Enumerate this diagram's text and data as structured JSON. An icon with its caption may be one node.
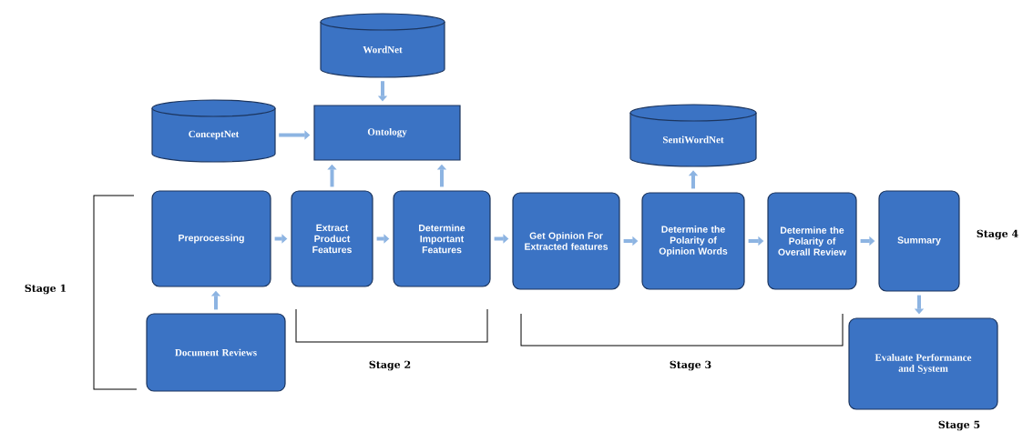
{
  "diagram": {
    "nodes": [
      {
        "text": [
          "WordNet"
        ]
      },
      {
        "text": [
          "ConceptNet"
        ]
      },
      {
        "text": [
          "Ontology"
        ]
      },
      {
        "text": [
          "SentiWordNet"
        ]
      },
      {
        "text": [
          "Preprocessing"
        ]
      },
      {
        "text": [
          "Extract Product Features"
        ]
      },
      {
        "text": [
          "Determine Important Features"
        ]
      },
      {
        "text": [
          "Get Opinion For Extracted features"
        ]
      },
      {
        "text": [
          "Determine the Polarity of Opinion Words"
        ]
      },
      {
        "text": [
          "Determine the Polarity of Overall Review"
        ]
      },
      {
        "text": [
          "Summary"
        ]
      },
      {
        "text": [
          "Document Reviews"
        ]
      },
      {
        "text": [
          "Evaluate Performance and System"
        ]
      }
    ],
    "edges": [
      {
        "from": 0,
        "to": 2,
        "arrow": "to"
      },
      {
        "from": 1,
        "to": 2,
        "arrow": "to"
      },
      {
        "from": 5,
        "to": 2,
        "arrow": "to"
      },
      {
        "from": 6,
        "to": 2,
        "arrow": "to"
      },
      {
        "from": 8,
        "to": 3,
        "arrow": "to"
      },
      {
        "from": 11,
        "to": 4,
        "arrow": "to"
      },
      {
        "from": 4,
        "to": 5,
        "arrow": "to"
      },
      {
        "from": 5,
        "to": 6,
        "arrow": "to"
      },
      {
        "from": 6,
        "to": 7,
        "arrow": "to"
      },
      {
        "from": 7,
        "to": 8,
        "arrow": "to"
      },
      {
        "from": 8,
        "to": 9,
        "arrow": "to"
      },
      {
        "from": 9,
        "to": 10,
        "arrow": "to"
      },
      {
        "from": 10,
        "to": 12,
        "arrow": "to"
      }
    ],
    "labels": [
      "Stage 1",
      "Stage 2",
      "Stage 3",
      "Stage 4",
      "Stage 5"
    ]
  }
}
